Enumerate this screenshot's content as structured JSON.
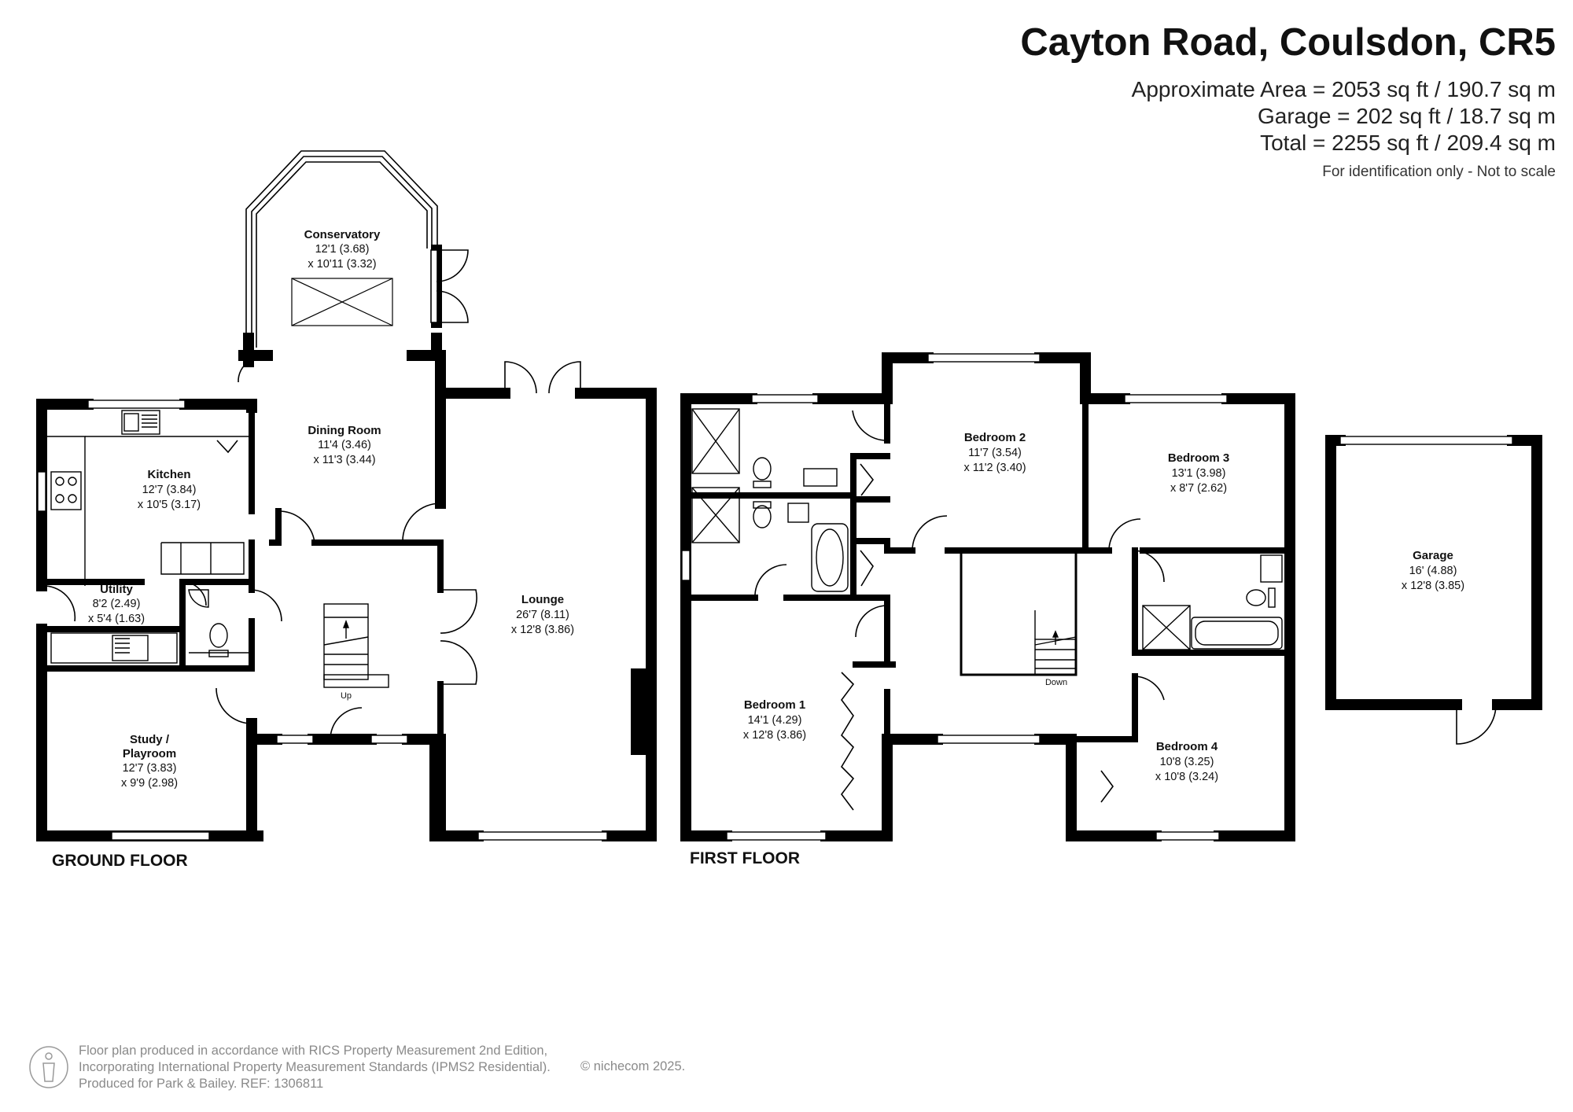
{
  "header": {
    "title": "Cayton Road, Coulsdon, CR5",
    "approx_area": "Approximate Area = 2053 sq ft / 190.7 sq m",
    "garage_area": "Garage = 202 sq ft / 18.7 sq m",
    "total_area": "Total = 2255 sq ft / 209.4 sq m",
    "note": "For identification only - Not to scale"
  },
  "floors": {
    "ground": "GROUND FLOOR",
    "first": "FIRST FLOOR"
  },
  "rooms": {
    "conservatory": {
      "name": "Conservatory",
      "dim1": "12'1 (3.68)",
      "dim2": "x 10'11 (3.32)"
    },
    "dining": {
      "name": "Dining Room",
      "dim1": "11'4 (3.46)",
      "dim2": "x 11'3 (3.44)"
    },
    "kitchen": {
      "name": "Kitchen",
      "dim1": "12'7 (3.84)",
      "dim2": "x 10'5 (3.17)"
    },
    "utility": {
      "name": "Utility",
      "dim1": "8'2 (2.49)",
      "dim2": "x 5'4 (1.63)"
    },
    "lounge": {
      "name": "Lounge",
      "dim1": "26'7 (8.11)",
      "dim2": "x 12'8 (3.86)"
    },
    "study": {
      "name1": "Study /",
      "name2": "Playroom",
      "dim1": "12'7 (3.83)",
      "dim2": "x 9'9 (2.98)"
    },
    "bedroom1": {
      "name": "Bedroom 1",
      "dim1": "14'1 (4.29)",
      "dim2": "x 12'8 (3.86)"
    },
    "bedroom2": {
      "name": "Bedroom 2",
      "dim1": "11'7 (3.54)",
      "dim2": "x 11'2 (3.40)"
    },
    "bedroom3": {
      "name": "Bedroom 3",
      "dim1": "13'1 (3.98)",
      "dim2": "x 8'7 (2.62)"
    },
    "bedroom4": {
      "name": "Bedroom 4",
      "dim1": "10'8 (3.25)",
      "dim2": "x 10'8 (3.24)"
    },
    "garage": {
      "name": "Garage",
      "dim1": "16' (4.88)",
      "dim2": "x 12'8 (3.85)"
    }
  },
  "stairs": {
    "up": "Up",
    "down": "Down"
  },
  "footer": {
    "line1": "Floor plan produced in accordance with RICS Property Measurement 2nd Edition,",
    "line2": "Incorporating International Property Measurement Standards (IPMS2 Residential).",
    "line3": "Produced for Park & Bailey.   REF:  1306811",
    "brand": "© nichecom 2025."
  }
}
